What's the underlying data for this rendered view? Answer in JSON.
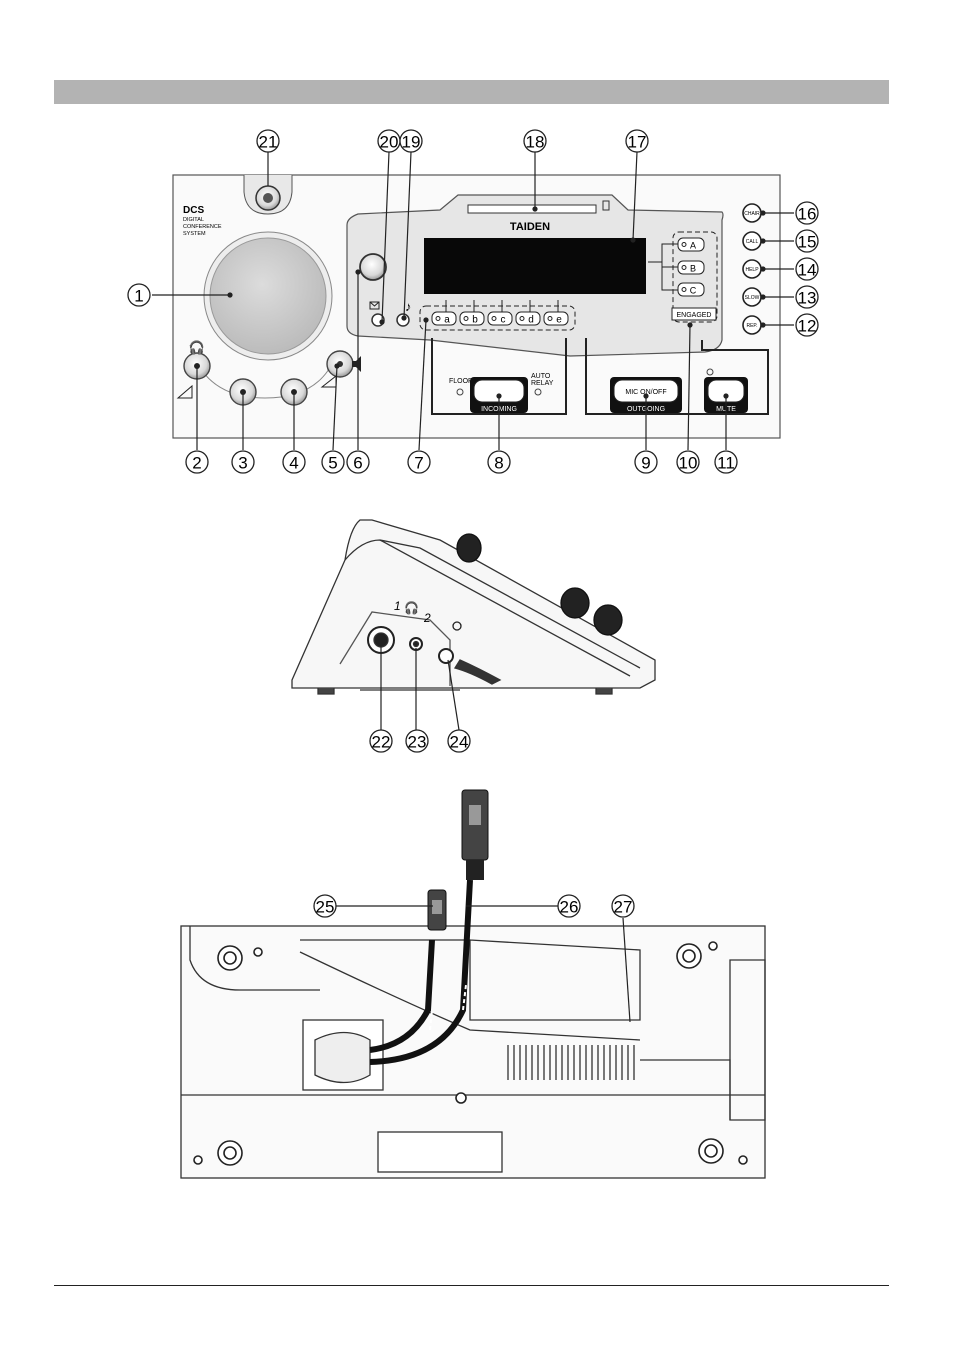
{
  "front_panel": {
    "brand": "DCS",
    "brand_sub": [
      "DIGITAL",
      "CONFERENCE",
      "SYSTEM"
    ],
    "display_logo": "TAIDEN",
    "channel_keys": [
      "a",
      "b",
      "c",
      "d",
      "e"
    ],
    "language_keys": [
      "A",
      "B",
      "C"
    ],
    "engaged_label": "ENGAGED",
    "floor_label": "FLOOR",
    "auto_relay_label": [
      "AUTO",
      "RELAY"
    ],
    "incoming_label": "INCOMING",
    "mic_onoff_label": "MIC ON/OFF",
    "outgoing_label": "OUTGOING",
    "mute_label": "MUTE",
    "side_buttons": [
      "CHAIR",
      "CALL",
      "HELP",
      "SLOW",
      "REP."
    ]
  },
  "callouts": {
    "top_row": [
      "21",
      "20",
      "19",
      "18",
      "17"
    ],
    "bottom_row": [
      "2",
      "3",
      "4",
      "5",
      "6",
      "7",
      "8",
      "9",
      "10",
      "11"
    ],
    "right_column": [
      "16",
      "15",
      "14",
      "13",
      "12"
    ],
    "left": "1",
    "side_view": [
      "22",
      "23",
      "24"
    ],
    "bottom_view": [
      "25",
      "26",
      "27"
    ]
  },
  "side_view": {
    "headphone_label_1": "1",
    "headphone_label_2": "2"
  }
}
